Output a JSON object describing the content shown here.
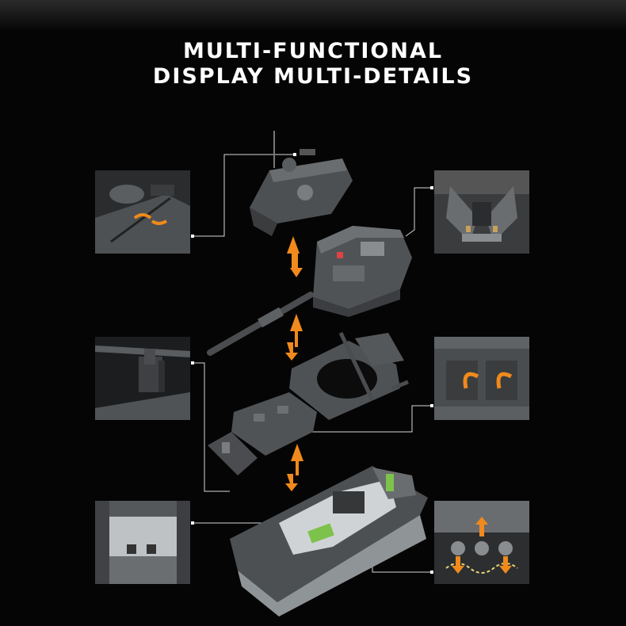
{
  "heading": {
    "line1": "MULTI-FUNCTIONAL",
    "line2": "DISPLAY MULTI-DETAILS"
  },
  "colors": {
    "background": "#050505",
    "title": "#ffffff",
    "brick_dark": "#3a3c3e",
    "brick_mid": "#5b5e61",
    "brick_light": "#8a8d90",
    "arrow": "#f08a1c",
    "accent_green": "#7dc24a",
    "connector": "#d8d8d8"
  },
  "thumbnails": [
    {
      "name": "turret-hatch-detail",
      "side": "left"
    },
    {
      "name": "turret-interior-detail",
      "side": "right"
    },
    {
      "name": "cannon-mount-detail",
      "side": "left"
    },
    {
      "name": "hull-hatch-detail",
      "side": "right"
    },
    {
      "name": "crew-compartment-detail",
      "side": "left"
    },
    {
      "name": "suspension-detail",
      "side": "right"
    }
  ]
}
